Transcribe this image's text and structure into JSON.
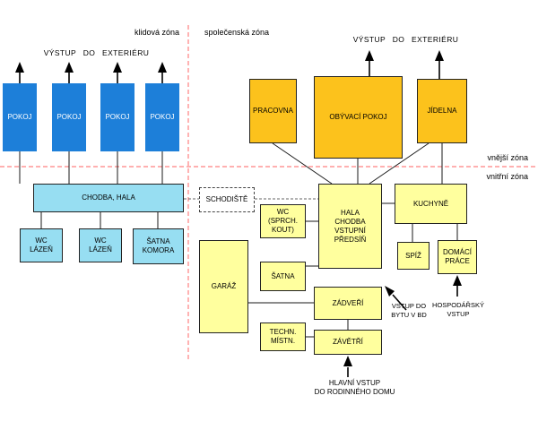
{
  "diagram": {
    "zone_labels": {
      "quiet": "klidová zóna",
      "social": "společenská zóna",
      "outer": "vnější zóna",
      "inner": "vnitřní zóna"
    },
    "annotations": {
      "exit_exterior_left": "VÝSTUP DO EXTERIÉRU",
      "exit_exterior_right": "VÝSTUP DO EXTERIÉRU",
      "entry_flat": "VSTUP DO\nBYTU V BD",
      "entry_service": "HOSPODÁŘSKÝ\nVSTUP",
      "entry_main": "HLAVNÍ VSTUP\nDO RODINNÉHO DOMU"
    },
    "rooms": {
      "pokoj_1": "POKOJ",
      "pokoj_2": "POKOJ",
      "pokoj_3": "POKOJ",
      "pokoj_4": "POKOJ",
      "chodba_hala": "CHODBA, HALA",
      "wc_lazen_1": "WC\nLÁZEŇ",
      "wc_lazen_2": "WC\nLÁZEŇ",
      "satna_komora": "ŠATNA\nKOMORA",
      "schodiste": "SCHODIŠTĚ",
      "pracovna": "PRACOVNA",
      "obyvaci_pokoj": "OBÝVACÍ POKOJ",
      "jidelna": "JÍDELNA",
      "hala_chodba": "HALA\nCHODBA\nVSTUPNÍ\nPŘEDSÍŇ",
      "kuchyne": "KUCHYNĚ",
      "wc_sprch": "WC (SPRCH.\nKOUT)",
      "satna": "ŠATNA",
      "garaz": "GARÁŽ",
      "zadveri": "ZÁDVEŘÍ",
      "techn_mistn": "TECHN.\nMÍSTN.",
      "zavetri": "ZÁVĚTŘÍ",
      "spiz": "SPÍŽ",
      "domaci_prace": "DOMÁCÍ\nPRÁCE"
    },
    "colors": {
      "room_dark": "#1d7fd9",
      "room_light": "#97def2",
      "room_orange": "#fcc21c",
      "room_yellow": "#ffff9e",
      "zone_line": "#ff8080",
      "wire": "#1a1a1a"
    }
  }
}
